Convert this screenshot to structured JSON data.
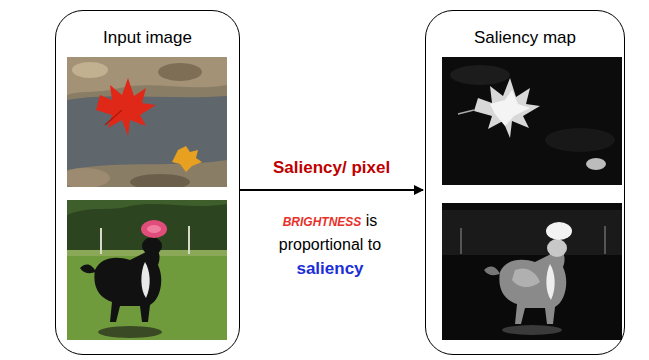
{
  "diagram": {
    "nodes": [
      {
        "text": [
          "Input image"
        ]
      },
      {
        "text": [
          "Saliency map"
        ]
      }
    ],
    "edges": [
      {
        "from": 0,
        "to": 1,
        "arrow": "to",
        "label": "Saliency/ pixel"
      }
    ],
    "labels": [
      "BRIGHTNESS",
      "is",
      "proportional to",
      "saliency"
    ]
  }
}
